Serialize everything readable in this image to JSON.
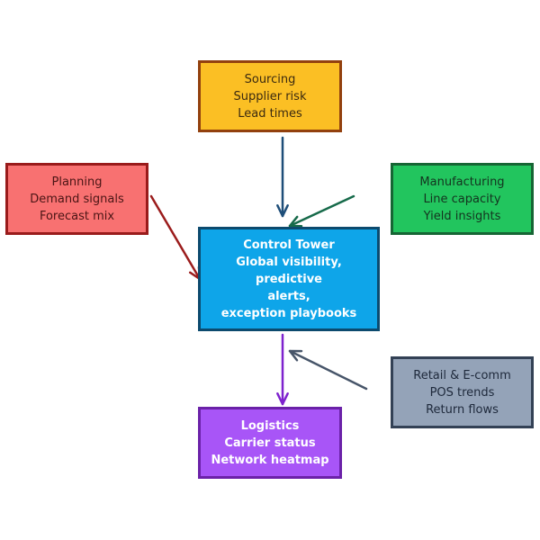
{
  "diagram": {
    "nodes": {
      "sourcing": {
        "lines": [
          "Sourcing",
          "Supplier risk",
          "Lead times"
        ],
        "fill": "#fbbf24",
        "stroke": "#92400e"
      },
      "planning": {
        "lines": [
          "Planning",
          "Demand signals",
          "Forecast mix"
        ],
        "fill": "#f87171",
        "stroke": "#991b1b"
      },
      "manufacturing": {
        "lines": [
          "Manufacturing",
          "Line capacity",
          "Yield insights"
        ],
        "fill": "#22c55e",
        "stroke": "#166534"
      },
      "control": {
        "lines": [
          "Control Tower",
          "Global visibility, predictive",
          "alerts,",
          "exception playbooks"
        ],
        "fill": "#0ea5e9",
        "stroke": "#0c4a6e"
      },
      "retail": {
        "lines": [
          "Retail & E-comm",
          "POS trends",
          "Return flows"
        ],
        "fill": "#94a3b8",
        "stroke": "#334155"
      },
      "logistics": {
        "lines": [
          "Logistics",
          "Carrier status",
          "Network heatmap"
        ],
        "fill": "#a855f7",
        "stroke": "#6b21a8"
      }
    },
    "edges": [
      {
        "from": "sourcing",
        "to": "control",
        "color": "#1e4e79"
      },
      {
        "from": "planning",
        "to": "control",
        "color": "#9b1c1c"
      },
      {
        "from": "manufacturing",
        "to": "control",
        "color": "#166a4a"
      },
      {
        "from": "control",
        "to": "logistics",
        "color": "#7e22ce"
      },
      {
        "from": "retail",
        "to": "control",
        "color": "#475569"
      }
    ]
  }
}
